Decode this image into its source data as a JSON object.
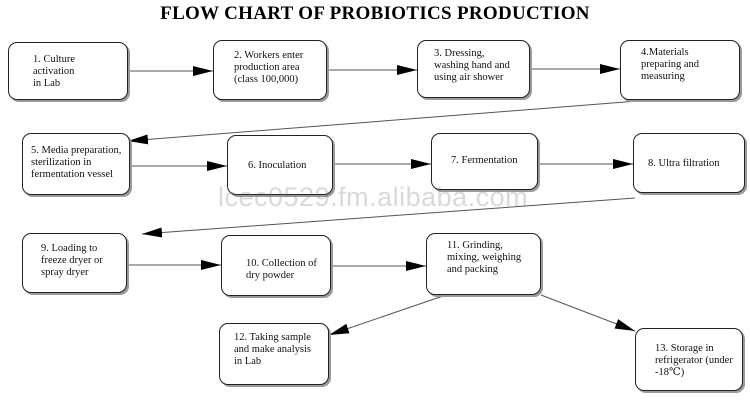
{
  "title": "FLOW CHART OF PROBIOTICS PRODUCTION",
  "watermark": "lcec0529.fm.alibaba.com",
  "steps": [
    {
      "id": 1,
      "label": "1. Culture\nactivation\nin Lab"
    },
    {
      "id": 2,
      "label": "2. Workers enter\nproduction area\n(class 100,000)"
    },
    {
      "id": 3,
      "label": "3. Dressing,\nwashing hand and\nusing air shower"
    },
    {
      "id": 4,
      "label": "4.Materials\npreparing and\nmeasuring"
    },
    {
      "id": 5,
      "label": "5. Media preparation,\nsterilization in\nfermentation vessel"
    },
    {
      "id": 6,
      "label": "6. Inoculation"
    },
    {
      "id": 7,
      "label": "7. Fermentation"
    },
    {
      "id": 8,
      "label": "8. Ultra filtration"
    },
    {
      "id": 9,
      "label": "9. Loading to\nfreeze dryer or\nspray dryer"
    },
    {
      "id": 10,
      "label": "10. Collection of\ndry powder"
    },
    {
      "id": 11,
      "label": "11. Grinding,\nmixing, weighing\nand packing"
    },
    {
      "id": 12,
      "label": "12. Taking sample\nand make analysis\nin Lab"
    },
    {
      "id": 13,
      "label": "13. Storage in\nrefrigerator (under\n-18℃)"
    }
  ],
  "links": [
    {
      "from": 1,
      "to": 2
    },
    {
      "from": 2,
      "to": 3
    },
    {
      "from": 3,
      "to": 4
    },
    {
      "from": 4,
      "to": 5
    },
    {
      "from": 5,
      "to": 6
    },
    {
      "from": 6,
      "to": 7
    },
    {
      "from": 7,
      "to": 8
    },
    {
      "from": 8,
      "to": 9
    },
    {
      "from": 9,
      "to": 10
    },
    {
      "from": 10,
      "to": 11
    },
    {
      "from": 11,
      "to": 12
    },
    {
      "from": 11,
      "to": 13
    }
  ]
}
